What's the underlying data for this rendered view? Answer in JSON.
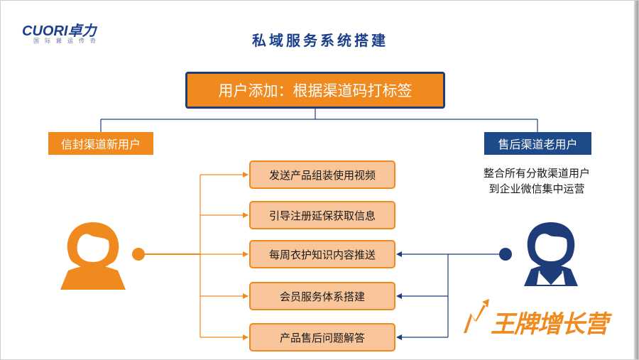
{
  "logo": {
    "main": "CUORI卓力",
    "sub": "国际搬运传奇"
  },
  "title": "私域服务系统搭建",
  "top_box": "用户添加：根据渠道码打标签",
  "left_box": "信封渠道新用户",
  "right_box": "售后渠道老用户",
  "right_desc": [
    "整合所有分散渠道用户",
    "到企业微信集中运营"
  ],
  "items": [
    "发送产品组装使用视频",
    "引导注册延保获取信息",
    "每周衣护知识内容推送",
    "会员服务体系搭建",
    "产品售后问题解答"
  ],
  "brand": "王牌增长营",
  "colors": {
    "orange": "#f08a1e",
    "navy": "#1e3c78",
    "item_fill": "#f8c69a"
  },
  "icons": [
    "person-orange-icon",
    "person-navy-icon",
    "growth-arrow-icon"
  ]
}
